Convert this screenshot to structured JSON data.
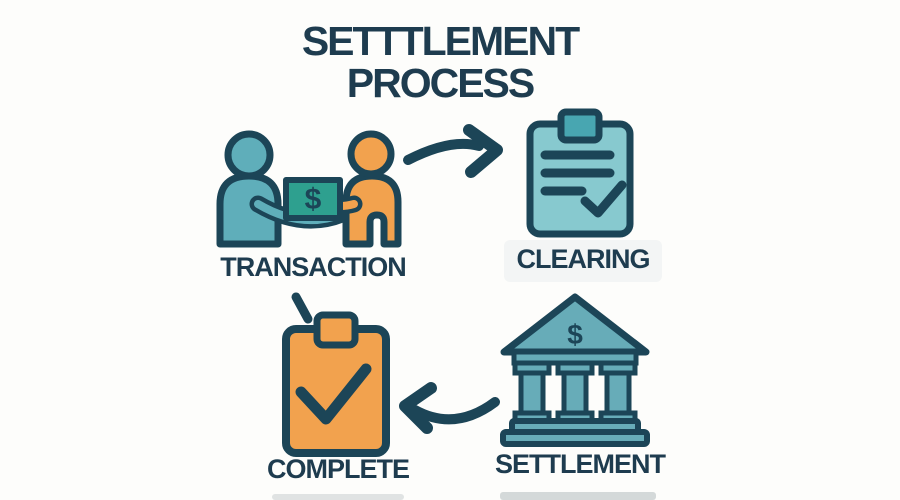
{
  "title": {
    "line1": "SETTTLEMENT",
    "line2": "PROCESS"
  },
  "currency_symbol": "$",
  "steps": [
    {
      "label": "TRANSACTION",
      "icon": "money-exchange-people-icon"
    },
    {
      "label": "CLEARING",
      "icon": "document-checklist-icon"
    },
    {
      "label": "SETTLEMENT",
      "icon": "bank-building-icon"
    },
    {
      "label": "COMPLETE",
      "icon": "clipboard-checkmark-icon"
    }
  ],
  "connectors": [
    {
      "from": "TRANSACTION",
      "to": "CLEARING",
      "type": "curved-arrow-right"
    },
    {
      "from": "TRANSACTION",
      "to": "COMPLETE",
      "type": "short-dash"
    },
    {
      "from": "SETTLEMENT",
      "to": "COMPLETE",
      "type": "curved-arrow-left"
    }
  ],
  "colors": {
    "ink": "#1E3C4F",
    "outline": "#1C4557",
    "teal_person": "#5FAEBA",
    "teal_box": "#2EA08F",
    "orange": "#F2A24E",
    "clipboard_light": "#87C9CF",
    "clip_teal": "#48A6B1",
    "bank_teal": "#67ACB8",
    "background": "#FDFDFB"
  }
}
